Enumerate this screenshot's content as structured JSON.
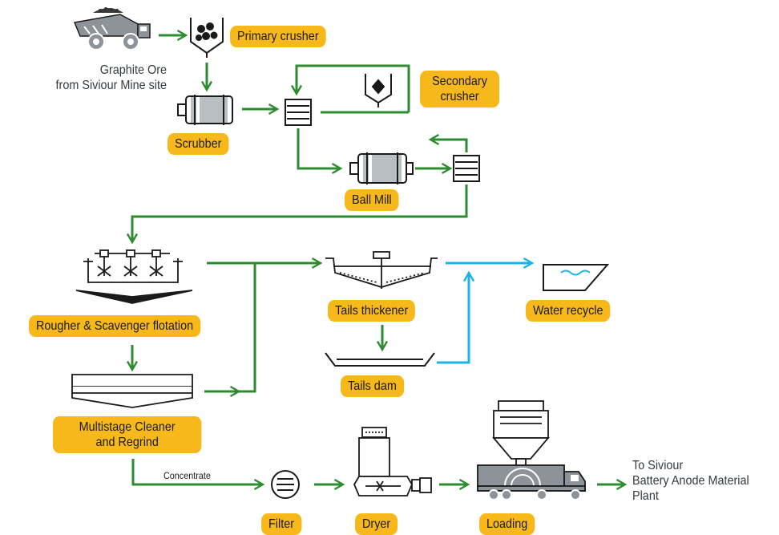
{
  "labels": {
    "ore_source": [
      "Graphite Ore",
      "from Siviour Mine site"
    ],
    "primary_crusher": "Primary crusher",
    "secondary_crusher": [
      "Secondary",
      "crusher"
    ],
    "scrubber": "Scrubber",
    "ball_mill": "Ball Mill",
    "rougher": "Rougher & Scavenger flotation",
    "tails_thickener": "Tails thickener",
    "water_recycle": "Water recycle",
    "tails_dam": "Tails dam",
    "cleaner": [
      "Multistage Cleaner",
      "and Regrind"
    ],
    "concentrate": "Concentrate",
    "filter": "Filter",
    "dryer": "Dryer",
    "loading": "Loading",
    "destination": [
      "To Siviour",
      "Battery Anode Material",
      "Plant"
    ]
  },
  "colors": {
    "flow_arrow": "#2e8b30",
    "water_arrow": "#1ab4e8",
    "label_fill": "#f7b81c",
    "equipment_stroke": "#1a1a1a",
    "equipment_fill": "#9aa0a6",
    "body_text": "#333a40"
  },
  "icons": {
    "haul_truck": "haul-truck-icon",
    "crusher": "crusher-icon",
    "scrubber": "scrubber-drum-icon",
    "screen": "screen-icon",
    "cone_crusher": "cone-crusher-icon",
    "ball_mill": "ball-mill-icon",
    "flotation": "flotation-cells-icon",
    "thickener": "thickener-icon",
    "water_tank": "water-tank-icon",
    "tails_dam": "tails-dam-icon",
    "cleaner": "cleaner-cells-icon",
    "filter": "filter-icon",
    "dryer": "dryer-icon",
    "loading": "silo-truck-icon"
  }
}
